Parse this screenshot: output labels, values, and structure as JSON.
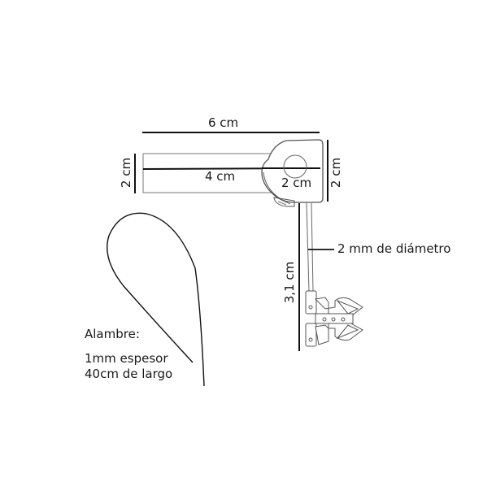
{
  "diagram": {
    "type": "product-dimension-drawing",
    "colors": {
      "line": "#111111",
      "outline": "#555555",
      "background": "#ffffff"
    },
    "hook": {
      "overall_width_label": "6 cm",
      "strap_height_label": "2 cm",
      "strap_length_label": "4 cm",
      "clip_width_label": "2 cm",
      "clip_height_label": "2 cm"
    },
    "rod": {
      "diameter_label": "2 mm de diámetro",
      "length_label": "3,1 cm"
    },
    "wire": {
      "title": "Alambre:",
      "thickness": "1mm espesor",
      "length": "40cm de largo"
    }
  }
}
